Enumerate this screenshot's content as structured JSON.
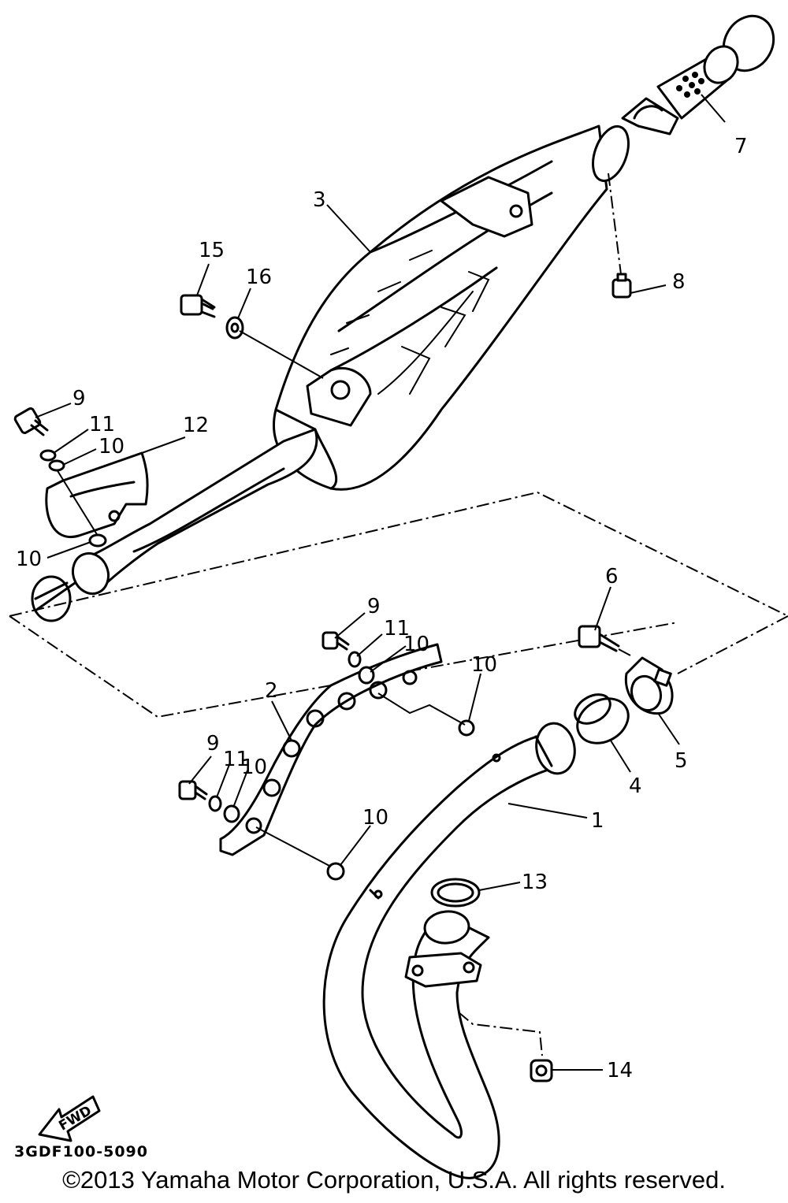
{
  "callouts": {
    "c1": "1",
    "c2": "2",
    "c3": "3",
    "c4": "4",
    "c5": "5",
    "c6": "6",
    "c7": "7",
    "c8": "8",
    "c9_top": "9",
    "c9_mid": "9",
    "c9_low": "9",
    "c10_a": "10",
    "c10_b": "10",
    "c10_c": "10",
    "c10_d": "10",
    "c10_e": "10",
    "c10_f": "10",
    "c11_a": "11",
    "c11_b": "11",
    "c11_c": "11",
    "c12": "12",
    "c13": "13",
    "c14": "14",
    "c15": "15",
    "c16": "16"
  },
  "fwd_label": "FWD",
  "diagram_code": "3GDF100-5090",
  "copyright": "©2013 Yamaha Motor Corporation, U.S.A. All rights reserved."
}
